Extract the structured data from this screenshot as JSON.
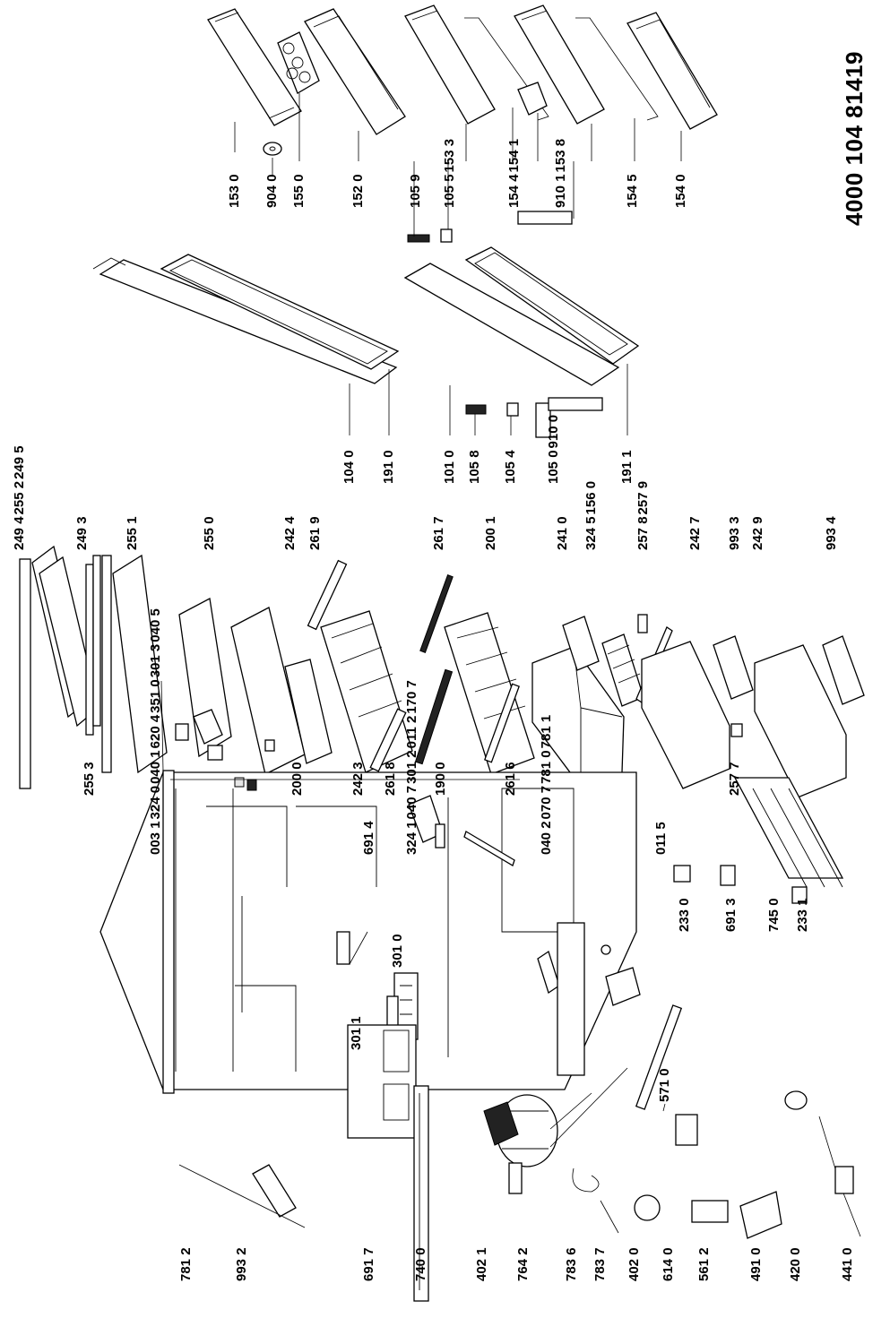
{
  "document_number": "4000 104 81419",
  "labels": {
    "l1530": "153 0",
    "l9040": "904 0",
    "l1550": "155 0",
    "l1520": "152 0",
    "l1059": "105 9",
    "l1055_1533": [
      "105 5",
      "153 3"
    ],
    "l1544_1541": [
      "154 4",
      "154 1"
    ],
    "l9101_1538": [
      "910 1",
      "153 8"
    ],
    "l1545": "154 5",
    "l1540": "154 0",
    "l1040": "104 0",
    "l1910": "191 0",
    "l1010": "101 0",
    "l1058": "105 8",
    "l1054": "105 4",
    "l1050_9100": [
      "105 0",
      "910 0"
    ],
    "l1911": "191 1",
    "l2494_2552_2495": [
      "249 4",
      "255 2",
      "249 5"
    ],
    "l2493": "249 3",
    "l2551": "255 1",
    "l2553": "255 3",
    "l2550": "255 0",
    "l2424": "242 4",
    "l2619": "261 9",
    "l2000": "200 0",
    "l2423": "242 3",
    "l2618": "261 8",
    "l2617": "261 7",
    "l2001": "200 1",
    "l1900": "190 0",
    "l2616": "261 6",
    "l2410": "241 0",
    "l3245_1560": [
      "324 5",
      "156 0"
    ],
    "l2578_2579": [
      "257 8",
      "257 9"
    ],
    "l2427": "242 7",
    "l9933": "993 3",
    "l2429": "242 9",
    "l9934": "993 4",
    "l2577": "257 7",
    "l0031_group": [
      "003 1",
      "324 0",
      "040 1",
      "620 4",
      "351 0",
      "301 3",
      "040 5"
    ],
    "l6914": "691 4",
    "l3241_group": [
      "324 1",
      "040 7",
      "301 2",
      "011 2",
      "170 7"
    ],
    "l3010": "301 0",
    "l3011": "301 1",
    "l0402_group": [
      "040 2",
      "070 7",
      "781 0",
      "781 1"
    ],
    "l0115": "011 5",
    "l2330": "233 0",
    "l6913": "691 3",
    "l7450": "745 0",
    "l2331": "233 1",
    "l5710": "571 0",
    "l4200": "420 0",
    "l4410": "441 0",
    "l4910": "491 0",
    "l5612": "561 2",
    "l6140": "614 0",
    "l4020": "402 0",
    "l7837": "783 7",
    "l7836": "783 6",
    "l7642": "764 2",
    "l4021": "402 1",
    "l7400": "740 0",
    "l6917": "691 7",
    "l9932": "993 2",
    "l7812": "781 2"
  }
}
